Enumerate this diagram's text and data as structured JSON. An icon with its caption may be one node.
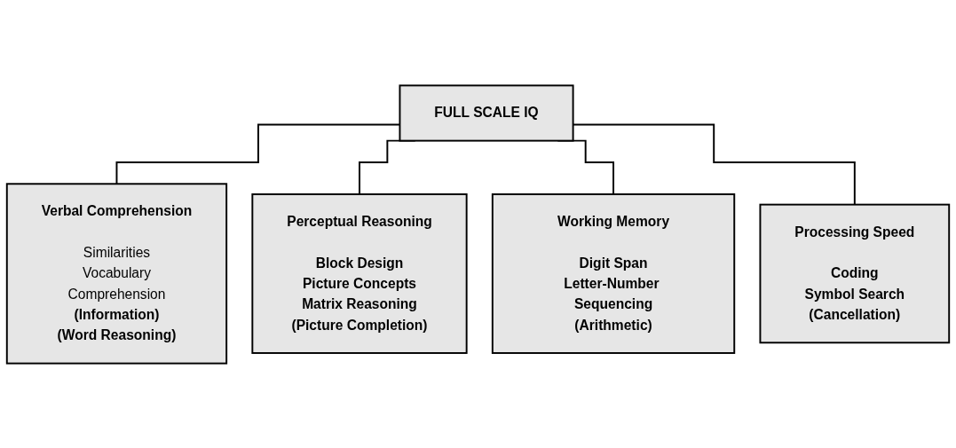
{
  "diagram": {
    "nodes": [
      {
        "text": [
          "FULL SCALE IQ"
        ]
      },
      {
        "text": [
          "Verbal Comprehension",
          "Similarities",
          "Vocabulary",
          "Comprehension",
          "(Information)",
          "(Word Reasoning)"
        ]
      },
      {
        "text": [
          "Perceptual Reasoning",
          "Block Design",
          "Picture Concepts",
          "Matrix Reasoning",
          "(Picture Completion)"
        ]
      },
      {
        "text": [
          "Working Memory",
          "Digit Span",
          "Letter-Number Sequencing",
          "(Arithmetic)"
        ]
      },
      {
        "text": [
          "Processing Speed",
          "Coding",
          "Symbol Search",
          "(Cancellation)"
        ]
      }
    ],
    "edges": [
      {
        "from": 0,
        "to": 1,
        "arrow": "none"
      },
      {
        "from": 0,
        "to": 2,
        "arrow": "none"
      },
      {
        "from": 0,
        "to": 3,
        "arrow": "none"
      },
      {
        "from": 0,
        "to": 4,
        "arrow": "none"
      }
    ]
  }
}
